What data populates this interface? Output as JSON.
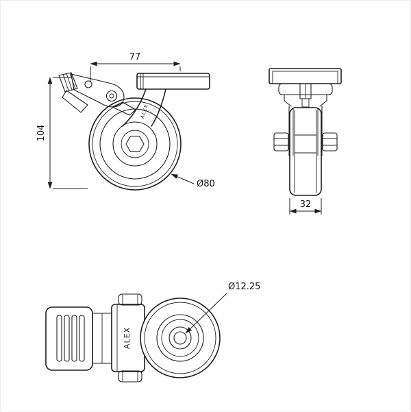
{
  "drawing": {
    "brand": "ALEX",
    "dimensions": {
      "top_width": "77",
      "overall_height": "104",
      "wheel_diameter": "Ø80",
      "wheel_width": "32",
      "bolt_hole_diameter": "Ø12.25"
    }
  }
}
